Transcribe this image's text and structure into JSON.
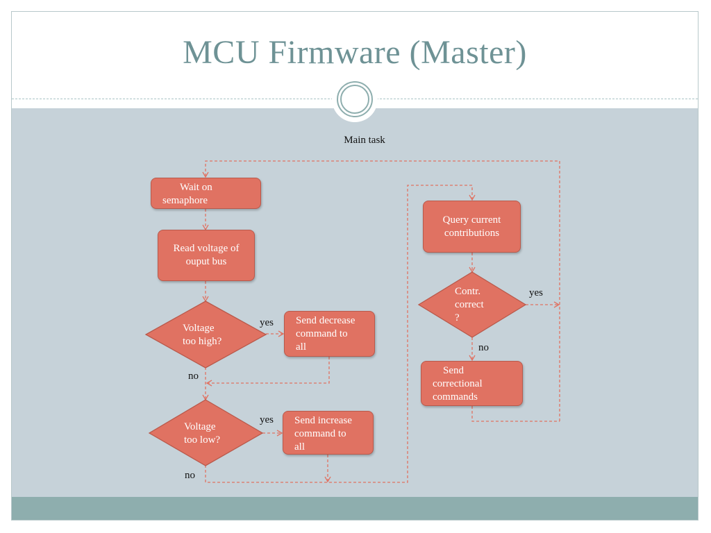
{
  "slide": {
    "title": "MCU Firmware (Master)"
  },
  "diagram": {
    "caption": "Main task",
    "nodes": {
      "wait": "Wait on\nsemaphore",
      "read": "Read voltage of\nouput bus",
      "too_high": "Voltage\ntoo high?",
      "send_decrease": "Send decrease\ncommand to\nall",
      "too_low": "Voltage\ntoo low?",
      "send_increase": "Send increase\ncommand to\nall",
      "query": "Query current\ncontributions",
      "contr_correct": "Contr.\ncorrect\n?",
      "send_correctional": "Send\ncorrectional\ncommands"
    },
    "labels": {
      "high_yes": "yes",
      "high_no": "no",
      "low_yes": "yes",
      "low_no": "no",
      "contr_yes": "yes",
      "contr_no": "no"
    },
    "colors": {
      "node_fill": "#e07262",
      "connector": "#e07262",
      "background": "#c6d2d9",
      "title": "#6e9295"
    }
  }
}
